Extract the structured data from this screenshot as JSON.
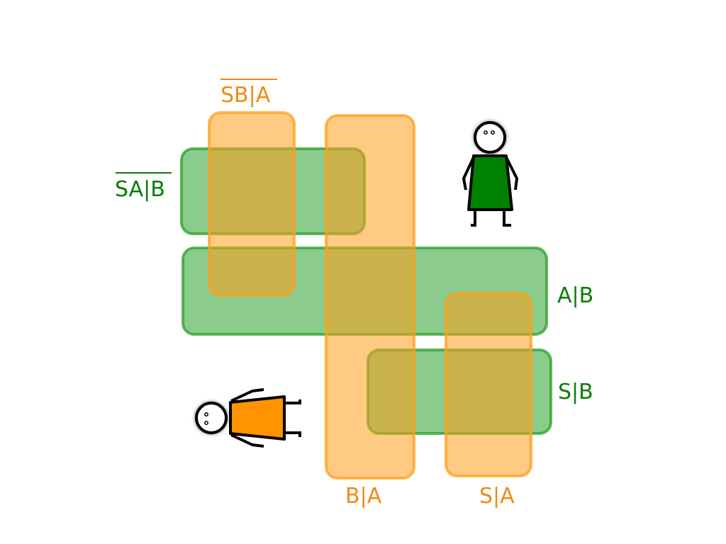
{
  "colors": {
    "green": "#0a7d0a",
    "orange": "#f08a10",
    "green_fill": "#2ca02c",
    "orange_fill": "#ff9f1c",
    "green_person_dress": "#008000",
    "orange_person_dress": "#ff9400"
  },
  "labels": {
    "sb_a": "SB|A",
    "sa_b": "SA|B",
    "a_b": "A|B",
    "s_b": "S|B",
    "b_a": "B|A",
    "s_a": "S|A"
  },
  "figures": {
    "green_person": "standing-person-icon",
    "orange_person": "lying-person-icon"
  }
}
